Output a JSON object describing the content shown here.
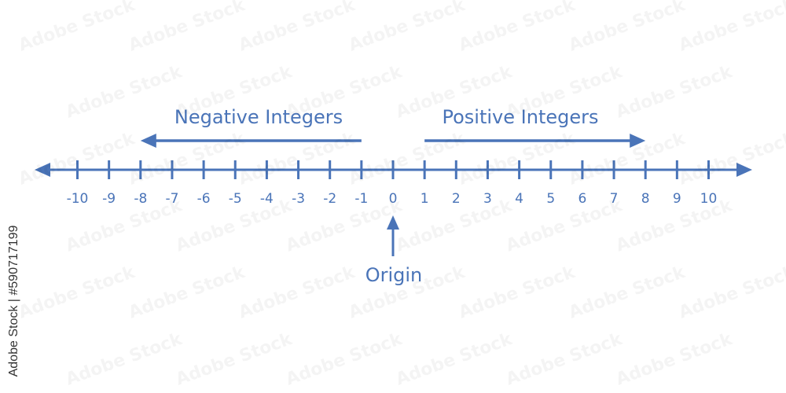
{
  "diagram": {
    "color": "#4a74b8",
    "range": [
      -10,
      10
    ],
    "tick_values": [
      -10,
      -9,
      -8,
      -7,
      -6,
      -5,
      -4,
      -3,
      -2,
      -1,
      0,
      1,
      2,
      3,
      4,
      5,
      6,
      7,
      8,
      9,
      10
    ],
    "tick_labels": [
      "-10",
      "-9",
      "-8",
      "-7",
      "-6",
      "-5",
      "-4",
      "-3",
      "-2",
      "-1",
      "0",
      "1",
      "2",
      "3",
      "4",
      "5",
      "6",
      "7",
      "8",
      "9",
      "10"
    ],
    "negative_label": "Negative Integers",
    "negative_arrow": {
      "from": -1,
      "to": -8
    },
    "positive_label": "Positive Integers",
    "positive_arrow": {
      "from": 1,
      "to": 8
    },
    "origin_label": "Origin",
    "origin_value": 0
  },
  "side_text": "Adobe Stock | #590717199",
  "watermark_text": "Adobe Stock"
}
